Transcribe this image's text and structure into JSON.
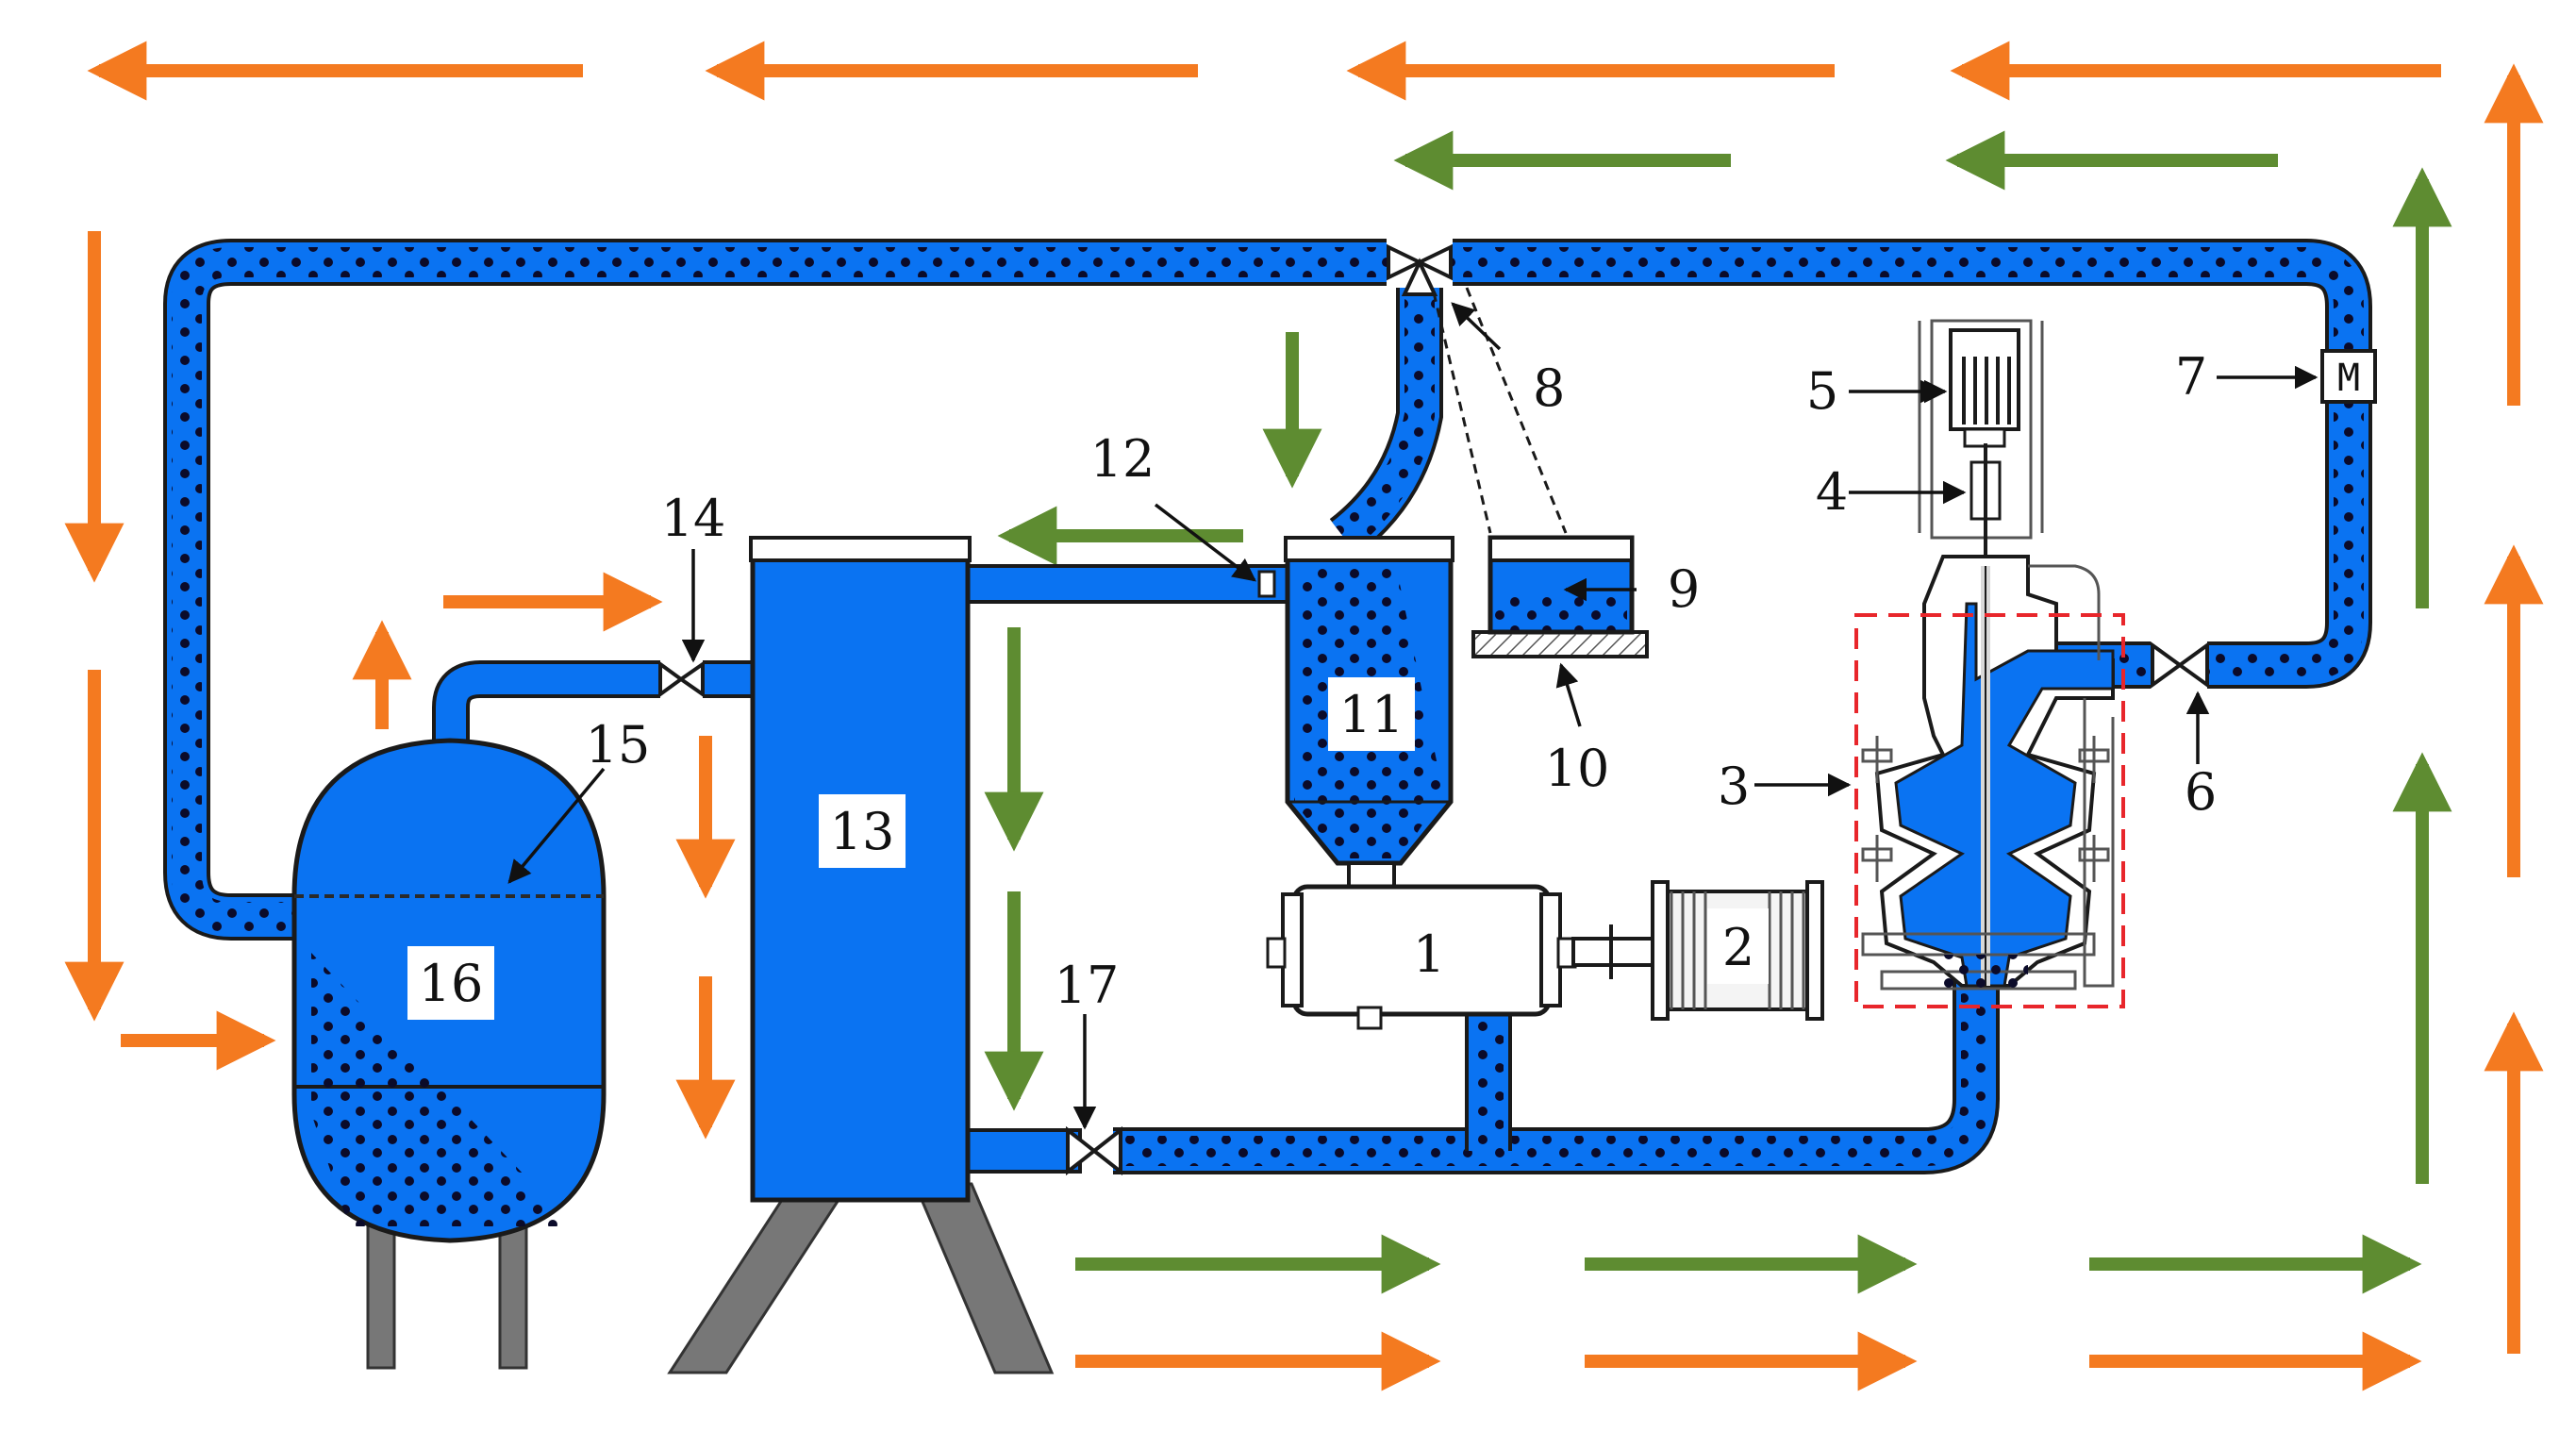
{
  "labels": {
    "l1": "1",
    "l2": "2",
    "l3": "3",
    "l4": "4",
    "l5": "5",
    "l6": "6",
    "l7": "7",
    "l8": "8",
    "l9": "9",
    "l10": "10",
    "l11": "11",
    "l12": "12",
    "l13": "13",
    "l14": "14",
    "l15": "15",
    "l16": "16",
    "l17": "17"
  },
  "meter_symbol": "M",
  "colors": {
    "fluid": "#0a73f2",
    "outline": "#1a1a1a",
    "orange_arrow": "#f47a20",
    "green_arrow": "#5e8c31",
    "dashed_box": "#e8262b",
    "legs": "#777777",
    "base_plate": "#b0b0b0"
  }
}
